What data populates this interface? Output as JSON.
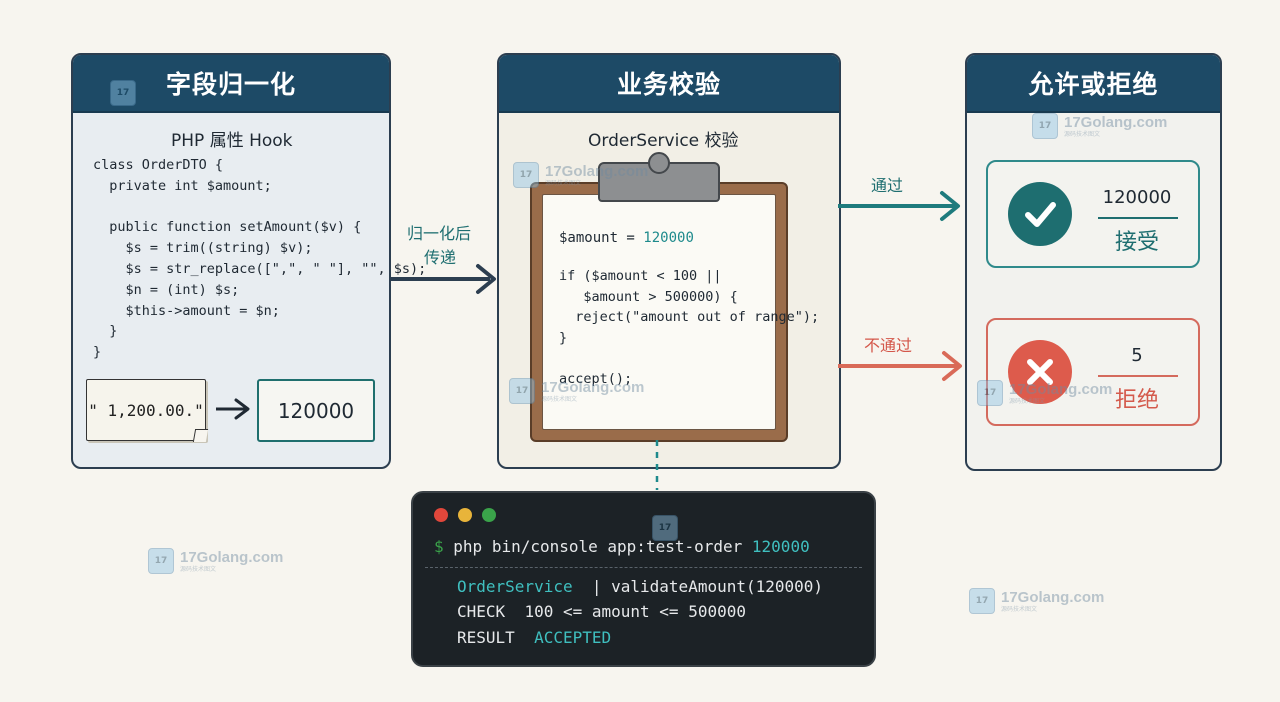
{
  "panels": {
    "normalize": {
      "title": "字段归一化",
      "subtitle": "PHP 属性 Hook",
      "code": "class OrderDTO {\n  private int $amount;\n\n  public function setAmount($v) {\n    $s = trim((string) $v);\n    $s = str_replace([\",\", \" \"], \"\", $s);\n    $n = (int) $s;\n    $this->amount = $n;\n  }\n}",
      "input_value": "\" 1,200.00.\"",
      "output_value": "120000"
    },
    "validate": {
      "title": "业务校验",
      "subtitle": "OrderService 校验",
      "code_assign_prefix": "$amount = ",
      "code_assign_value": "120000",
      "code_rest": "if ($amount < 100 ||\n   $amount > 500000) {\n  reject(\"amount out of range\");\n}\n\naccept();"
    },
    "decision": {
      "title": "允许或拒绝",
      "accept": {
        "number": "120000",
        "label": "接受"
      },
      "reject": {
        "number": "5",
        "label": "拒绝"
      }
    }
  },
  "arrows": {
    "handoff_label_1": "归一化后",
    "handoff_label_2": "传递",
    "pass_label": "通过",
    "fail_label": "不通过"
  },
  "terminal": {
    "prompt": "$",
    "command": "php bin/console app:test-order",
    "command_arg": "120000",
    "line1_service": "OrderService",
    "line1_rest": "  | validateAmount(120000)",
    "line2_key": "CHECK",
    "line2_value": "  100 <= amount <= 500000",
    "line3_key": "RESULT",
    "line3_value": "  ACCEPTED"
  },
  "watermark": {
    "brand": "17Golang.com",
    "tagline": "源码技术图文",
    "logo": "17"
  },
  "colors": {
    "header_navy": "#1d4a66",
    "teal": "#1e6e70",
    "red": "#dd5b4c",
    "terminal_bg": "#1c2226"
  },
  "icons": [
    "check-icon",
    "cross-icon",
    "right-arrow-icon"
  ]
}
